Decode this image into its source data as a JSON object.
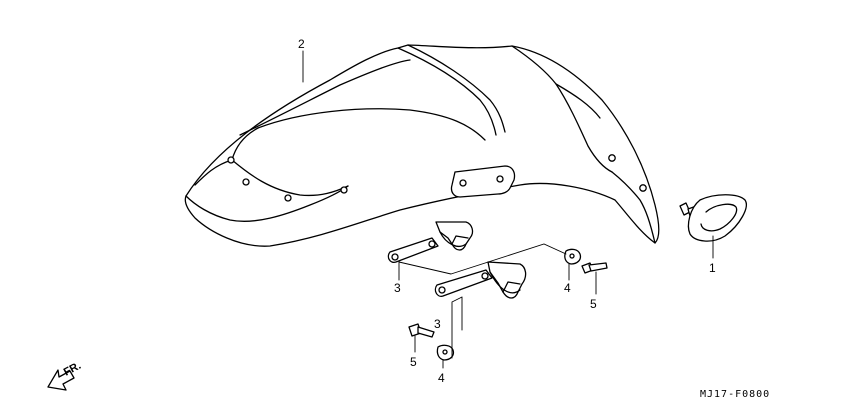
{
  "callouts": {
    "mudguard": "2",
    "grommet": "1",
    "stay_upper": "3",
    "stay_lower": "3",
    "nut_right": "4",
    "nut_lower": "4",
    "bolt_right": "5",
    "bolt_left": "5"
  },
  "direction_label": "FR.",
  "diagram_code": "MJ17-F0800"
}
